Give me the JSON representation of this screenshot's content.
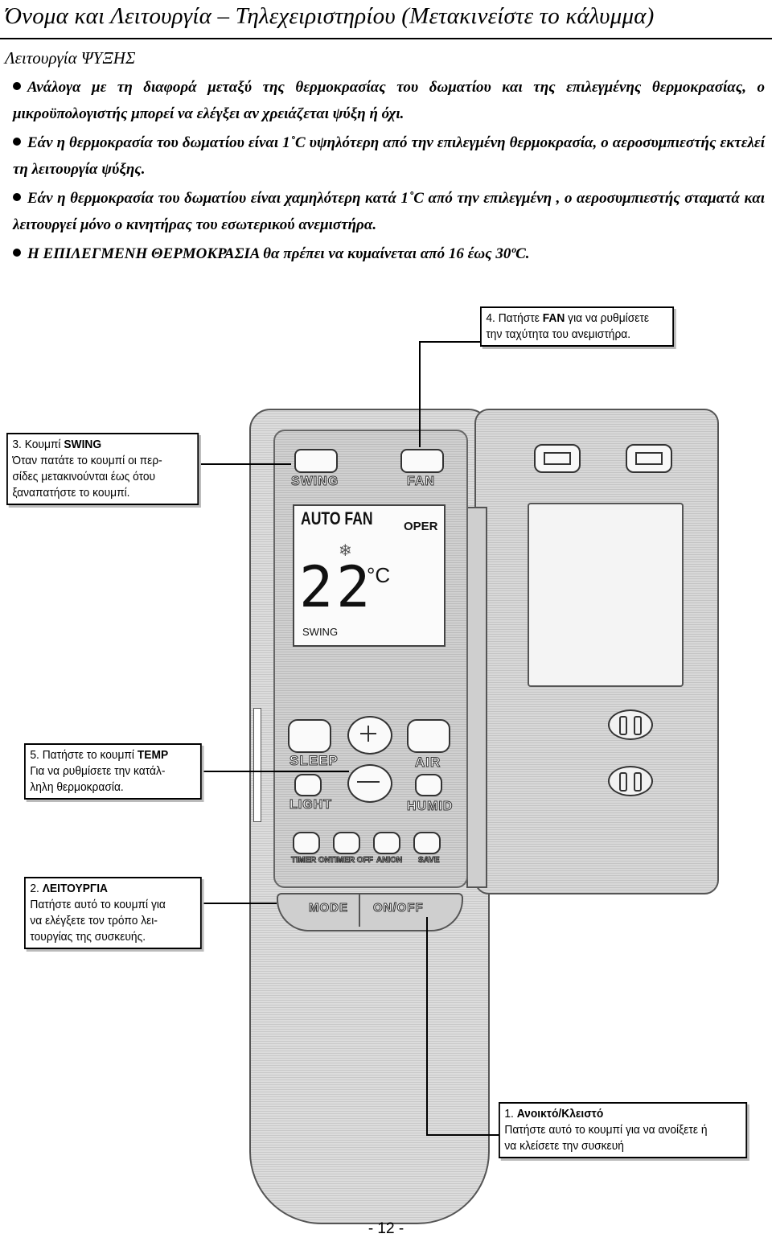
{
  "header": {
    "title": "Όνομα και Λειτουργία – Τηλεχειριστηρίου (Μετακινείστε το κάλυμμα)",
    "section": "Λειτουργία ΨΥΞΗΣ"
  },
  "bullets": [
    "Ανάλογα με τη διαφορά μεταξύ της θερμοκρασίας του δωματίου και της επιλεγμένης θερμοκρασίας, ο μικροϋπολογιστής μπορεί να ελέγξει αν χρειάζεται ψύξη ή όχι.",
    "Εάν η θερμοκρασία του δωματίου είναι 1˚C υψηλότερη από την επιλεγμένη θερμοκρασία, ο αεροσυμπιεστής εκτελεί τη λειτουργία ψύξης.",
    "Εάν η θερμοκρασία του δωματίου είναι χαμηλότερη κατά 1˚C από την επιλεγμένη , ο αεροσυμπιεστής σταματά και λειτουργεί μόνο ο κινητήρας του εσωτερικού ανεμιστήρα.",
    "Η ΕΠΙΛΕΓΜΕΝΗ ΘΕΡΜΟΚΡΑΣΙΑ θα πρέπει να κυμαίνεται από 16 έως 30ºC."
  ],
  "callouts": {
    "fan": {
      "line1_pre": "4. Πατήστε ",
      "line1_bold": "FAN",
      "line1_post": " για να ρυθμίσετε",
      "line2": "την ταχύτητα του ανεμιστήρα."
    },
    "swing": {
      "title_pre": "3. Κουμπί ",
      "title_bold": "SWING",
      "line2": "Όταν πατάτε το κουμπί οι περ-",
      "line3": "σίδες μετακινούνται έως ότου",
      "line4": "ξαναπατήστε το κουμπί."
    },
    "temp": {
      "title_pre": "5. Πατήστε το κουμπί ",
      "title_bold": "TEMP",
      "line2": "Για να ρυθμίσετε την κατάλ-",
      "line3": "ληλη θερμοκρασία."
    },
    "mode": {
      "title_pre": "2. ",
      "title_bold": "ΛΕΙΤΟΥΡΓΙΑ",
      "line2": "Πατήστε αυτό το κουμπί για",
      "line3": "να ελέγξετε τον τρόπο λει-",
      "line4": "τουργίας της συσκευής."
    },
    "onoff": {
      "title_pre": "1. ",
      "title_bold": "Ανοικτό/Κλειστό",
      "line2": "Πατήστε αυτό το κουμπί για να ανοίξετε ή",
      "line3": "να κλείσετε την συσκευή"
    }
  },
  "remote": {
    "labels": {
      "swing": "SWING",
      "fan": "FAN",
      "sleep": "SLEEP",
      "air": "AIR",
      "light": "LIGHT",
      "humid": "HUMID",
      "timer_on": "TIMER ON",
      "timer_off": "TIMER OFF",
      "anion": "ANION",
      "save": "SAVE",
      "mode": "MODE",
      "onoff": "ON/OFF"
    },
    "lcd": {
      "auto_fan": "AUTO FAN",
      "oper": "OPER",
      "temperature": "22",
      "unit": "°C",
      "swing": "SWING"
    }
  },
  "footer": {
    "page_number": "- 12 -"
  }
}
